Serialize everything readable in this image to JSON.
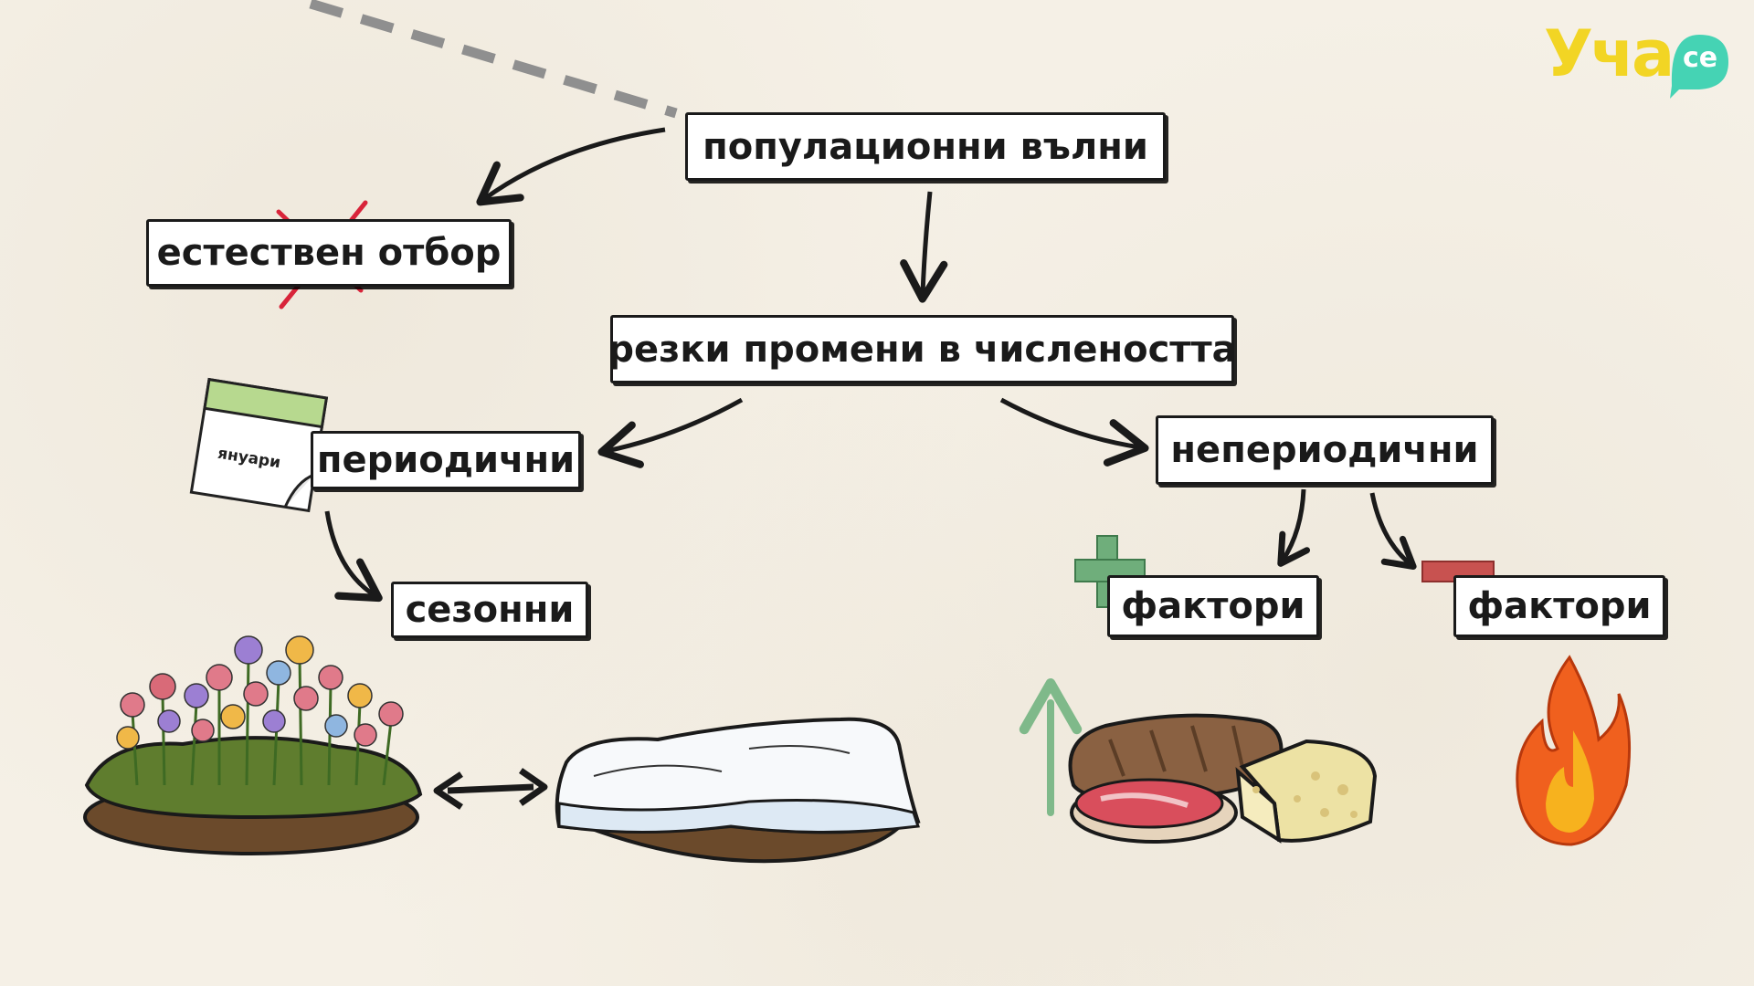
{
  "diagram": {
    "root_label": "популационни вълни",
    "crossed_label": "естествен отбор",
    "middle_label": "резки промени в числеността",
    "periodic_label": "периодични",
    "nonperiodic_label": "непериодични",
    "seasonal_label": "сезонни",
    "factor_plus_label": "фактори",
    "factor_minus_label": "фактори"
  },
  "calendar": {
    "month": "януари"
  },
  "logo": {
    "text": "Уча",
    "suffix": "се"
  },
  "colors": {
    "plus": "#6fae7b",
    "minus": "#c85250",
    "arrow_up": "#7fb98a",
    "logo": "#f2d524",
    "logo_badge": "#45d3b4",
    "cross": "#d8243a"
  }
}
